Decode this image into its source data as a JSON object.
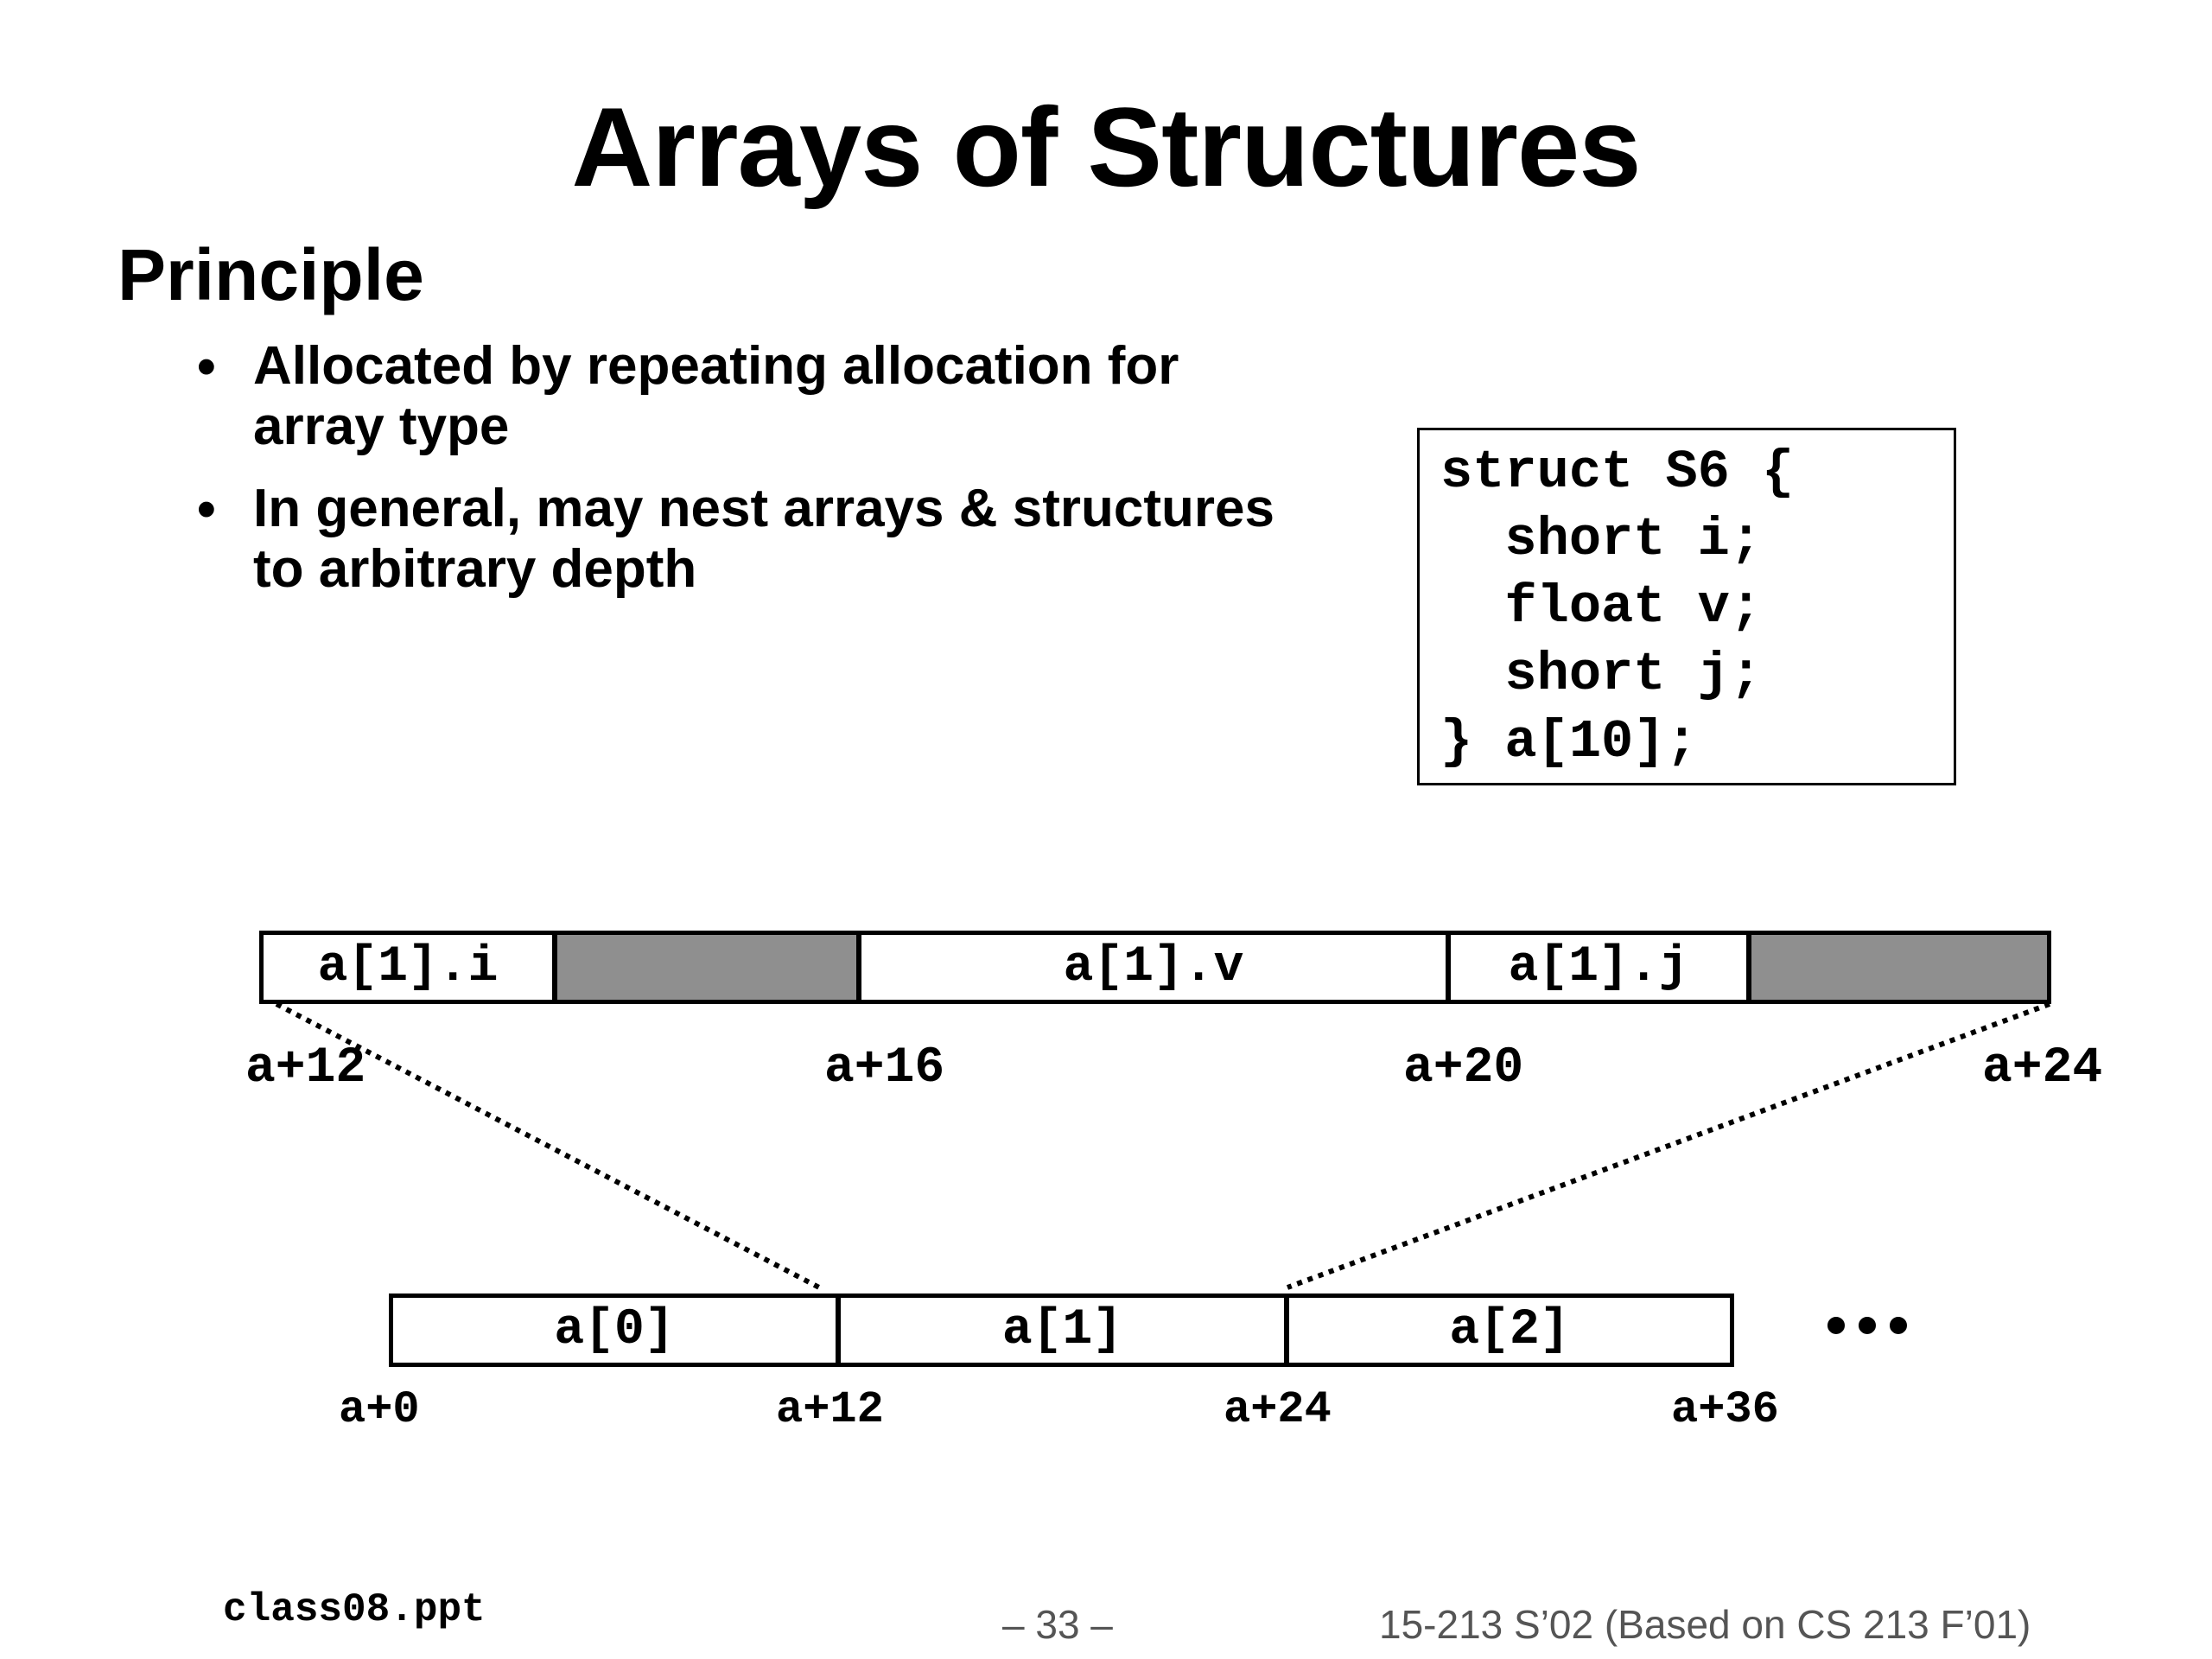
{
  "slide": {
    "title": "Arrays of Structures",
    "heading": "Principle",
    "bullets": [
      {
        "line1": "Allocated by repeating allocation for",
        "line2": "array type"
      },
      {
        "line1": "In general, may nest arrays & structures",
        "line2": "to arbitrary depth"
      }
    ],
    "bullet_symbol": "•"
  },
  "code": {
    "lines": [
      "struct S6 {",
      "  short i;",
      "  float v;",
      "  short j;",
      "} a[10];"
    ]
  },
  "detail_row": {
    "cells": [
      {
        "label": "a[1].i",
        "padding": false
      },
      {
        "label": "",
        "padding": true
      },
      {
        "label": "a[1].v",
        "padding": false
      },
      {
        "label": "a[1].j",
        "padding": false
      },
      {
        "label": "",
        "padding": true
      }
    ],
    "addresses": [
      "a+12",
      "a+16",
      "a+20",
      "a+24"
    ],
    "padding_color": "#8f8f8f"
  },
  "array_row": {
    "cells": [
      "a[0]",
      "a[1]",
      "a[2]"
    ],
    "addresses": [
      "a+0",
      "a+12",
      "a+24",
      "a+36"
    ],
    "ellipsis": "•••"
  },
  "footer": {
    "file": "class08.ppt",
    "page": "– 33 –",
    "course": "15-213 S’02 (Based on CS 213 F’01)"
  }
}
